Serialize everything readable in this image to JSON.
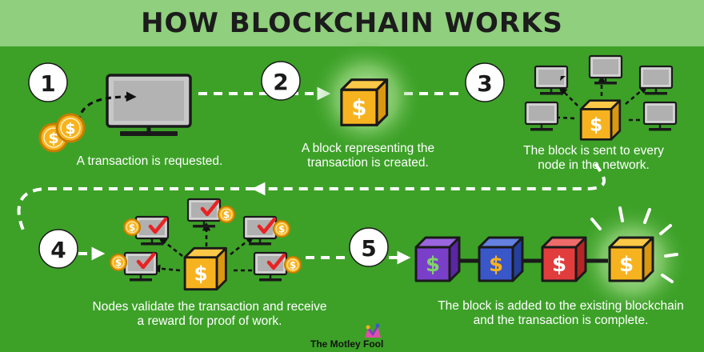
{
  "title": "HOW BLOCKCHAIN WORKS",
  "steps": [
    {
      "number": "1",
      "caption": "A transaction is requested."
    },
    {
      "number": "2",
      "caption": "A block representing the transaction is created."
    },
    {
      "number": "3",
      "caption": "The block is sent to every node in the network."
    },
    {
      "number": "4",
      "caption": "Nodes validate the transaction and receive a reward for proof of work."
    },
    {
      "number": "5",
      "caption": "The block is added to the existing blockchain and the transaction is complete."
    }
  ],
  "symbols": {
    "currency": "$"
  },
  "brand": "The Motley Fool",
  "icons": [
    "coin-icon",
    "computer-monitor-icon",
    "block-cube-icon",
    "node-monitor-icon",
    "checkmark-icon",
    "jester-hat-logo-icon"
  ],
  "colors": {
    "background": "#3da128",
    "banner": "#8fcf7d",
    "block_gold": "#f7b31f",
    "block_purple": "#7a3fc9",
    "block_blue": "#3a57c9",
    "block_red": "#e13d3d",
    "check_red": "#e82323",
    "monitor_gray": "#b7b7b7",
    "outline": "#1a1a1a"
  }
}
